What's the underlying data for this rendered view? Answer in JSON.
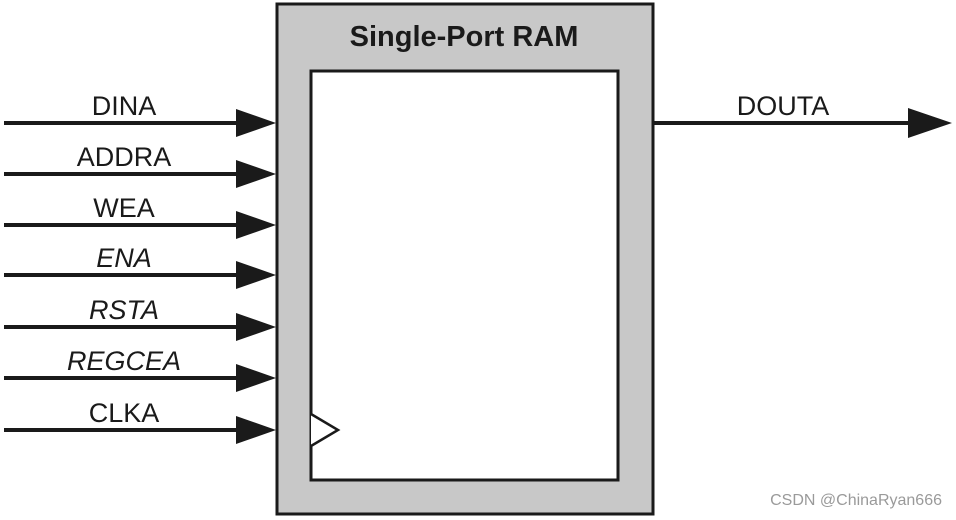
{
  "block": {
    "title": "Single-Port RAM",
    "fill_color": "#c8c8c8",
    "inner_color": "#ffffff",
    "stroke_color": "#1a1a1a"
  },
  "inputs": [
    {
      "label": "DINA",
      "italic": false
    },
    {
      "label": "ADDRA",
      "italic": false
    },
    {
      "label": "WEA",
      "italic": false
    },
    {
      "label": "ENA",
      "italic": true
    },
    {
      "label": "RSTA",
      "italic": true
    },
    {
      "label": "REGCEA",
      "italic": true
    },
    {
      "label": "CLKA",
      "italic": false
    }
  ],
  "outputs": [
    {
      "label": "DOUTA",
      "italic": false
    }
  ],
  "clock_marker": "triangle-clock-icon",
  "watermark": "CSDN @ChinaRyan666"
}
